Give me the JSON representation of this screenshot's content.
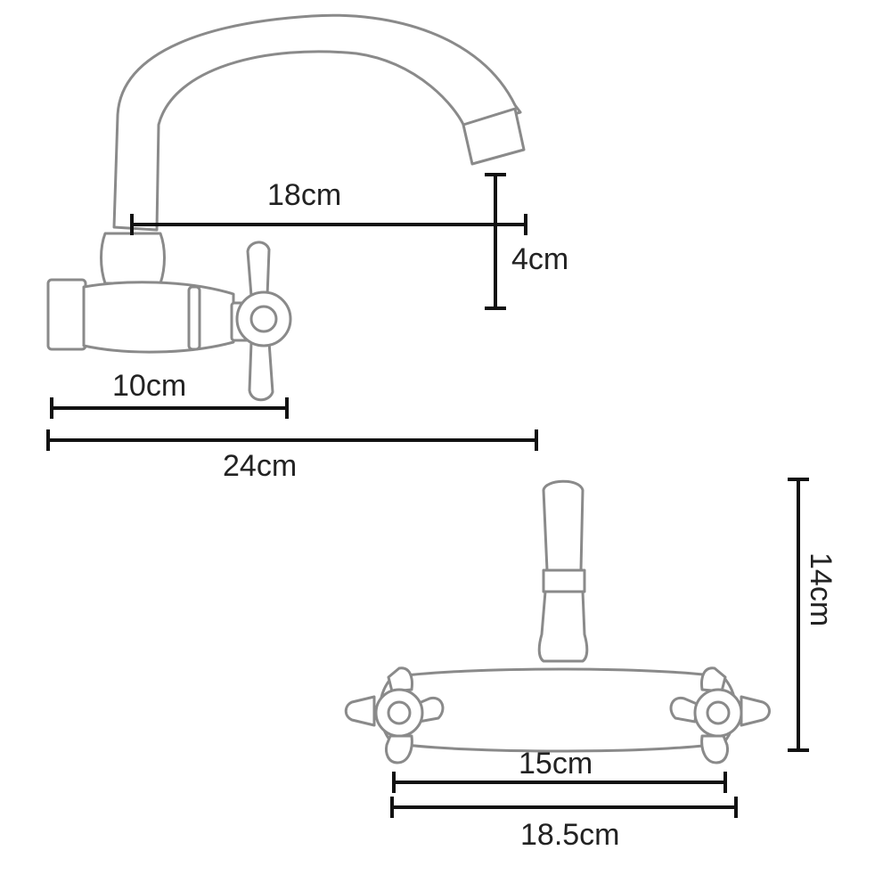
{
  "dimensions": {
    "spout_reach": "18cm",
    "spout_height": "4cm",
    "body_length": "10cm",
    "total_length": "24cm",
    "front_height": "14cm",
    "inlet_spacing": "15cm",
    "overall_width": "18.5cm"
  },
  "colors": {
    "outline": "#8a8a8a",
    "dimension_line": "#111111",
    "background": "#ffffff"
  },
  "icons": [
    "faucet-side-view",
    "faucet-front-view",
    "cross-handle"
  ]
}
